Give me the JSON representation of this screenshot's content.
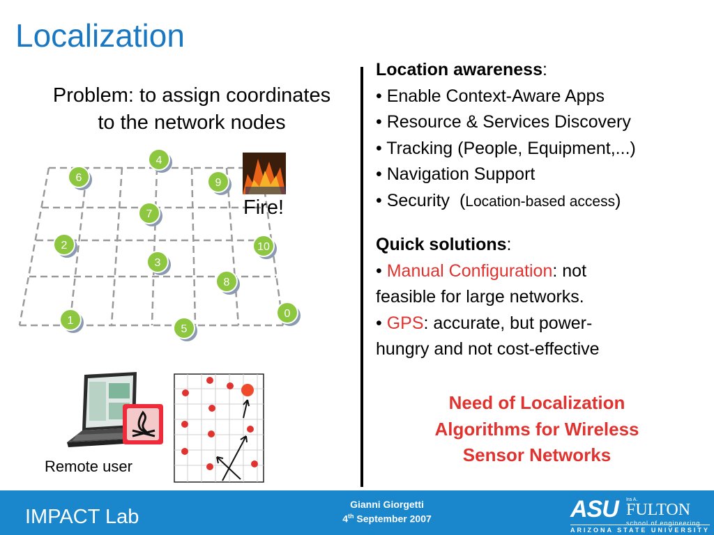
{
  "title": "Localization",
  "problem": {
    "line1": "Problem: to assign coordinates",
    "line2": "to the network nodes"
  },
  "fire_label": "Fire!",
  "nodes": [
    "4",
    "6",
    "9",
    "7",
    "2",
    "10",
    "3",
    "8",
    "0",
    "1",
    "5"
  ],
  "remote_user": "Remote user",
  "location_awareness": {
    "heading": "Location awareness",
    "colon": ":",
    "items": [
      "Enable Context-Aware Apps",
      "Resource & Services Discovery",
      "Tracking (People, Equipment,...)",
      "Navigation Support"
    ],
    "security_label": "Security",
    "security_note": "Location-based access",
    "open_paren": "(",
    "close_paren": ")",
    "bullet": "•"
  },
  "quick_solutions": {
    "heading": "Quick solutions",
    "colon": ":",
    "manual": {
      "term": "Manual Configuration",
      "rest1": ": not",
      "rest2": "feasible for large networks."
    },
    "gps": {
      "term": "GPS",
      "rest1": ": accurate, but power-",
      "rest2": "hungry and not cost-effective"
    }
  },
  "need": {
    "line1": "Need of Localization",
    "line2": "Algorithms for Wireless",
    "line3": "Sensor Networks"
  },
  "footer": {
    "lab": "IMPACT Lab",
    "presenter": "Gianni Giorgetti",
    "date_day": "4",
    "date_sup": "th",
    "date_rest": "September 2007",
    "logo_asu": "ASU",
    "logo_ira": "Ira A.",
    "logo_fulton": "FULTON",
    "logo_school": "school of engineering",
    "logo_university": "ARIZONA STATE UNIVERSITY"
  },
  "colors": {
    "title": "#1a78c2",
    "accent_red": "#e0332f",
    "node_fill": "#8dc63f",
    "footer": "#1a86cc"
  }
}
